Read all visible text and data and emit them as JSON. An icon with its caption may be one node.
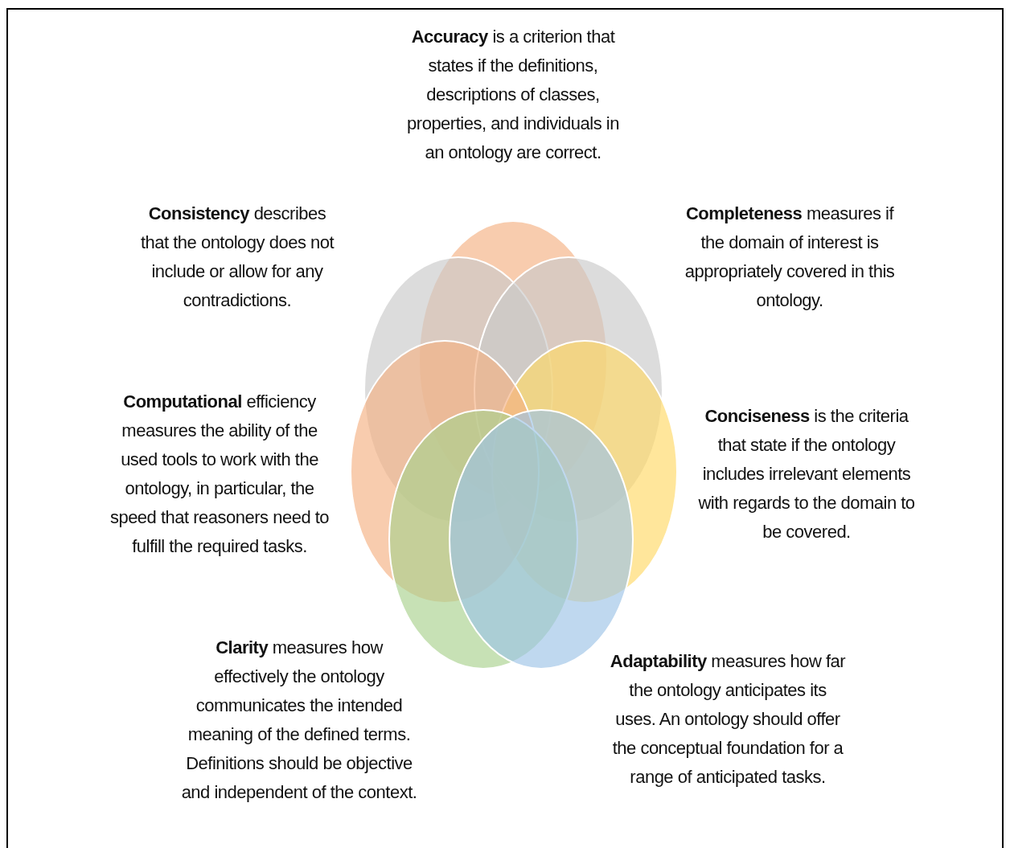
{
  "diagram": {
    "labels": [
      "**Accuracy** is a criterion that states if the definitions, descriptions of classes, properties, and individuals in an ontology are correct.",
      "**Consistency** describes that the ontology does not include or allow for any contradictions.",
      "**Completeness** measures if the domain of interest is appropriately covered in this ontology.",
      "**Computational** efficiency measures the ability of the used tools to work with the ontology, in particular,  the speed that reasoners need to fulfill the required tasks.",
      "**Conciseness** is the criteria that state if the ontology includes irrelevant elements with regards to the domain to be covered.",
      "**Clarity** measures how effectively the ontology communicates the intended meaning of the defined terms. Definitions should be objective and independent of the context.",
      "**Adaptability** measures how far the ontology anticipates its uses. An ontology should offer the conceptual foundation for a range of anticipated tasks."
    ]
  }
}
